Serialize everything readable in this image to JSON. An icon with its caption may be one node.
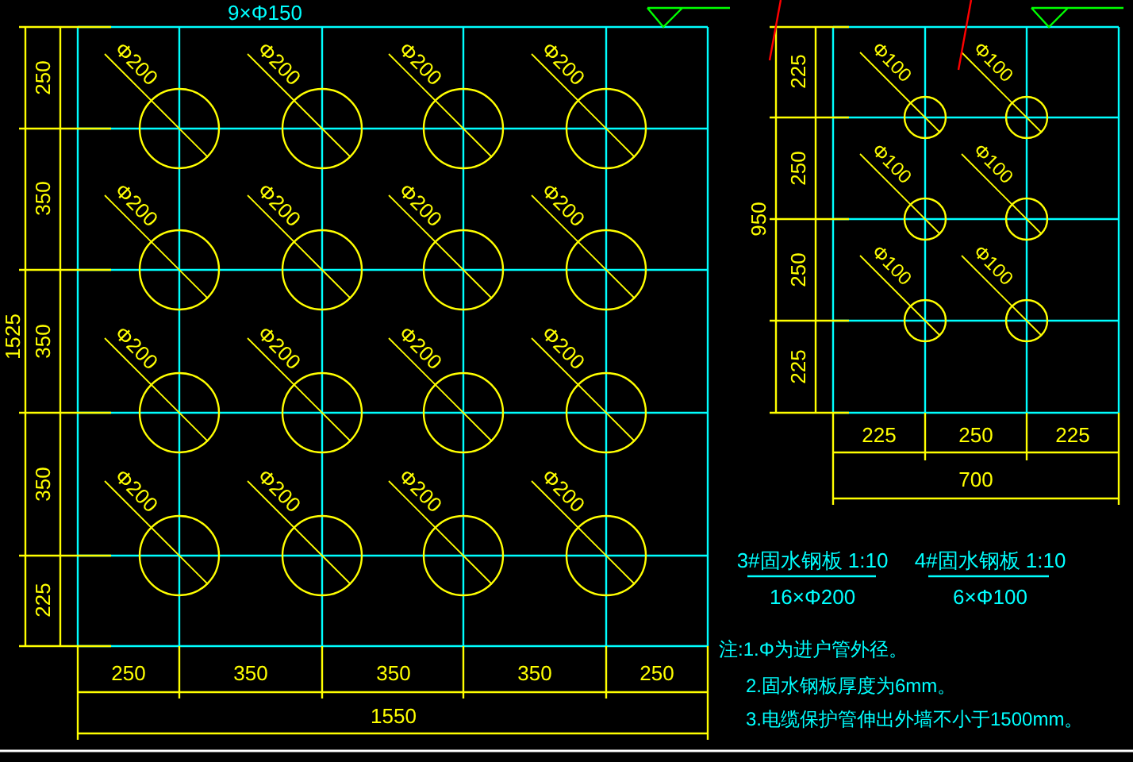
{
  "diagram": {
    "labels": [
      "9×Φ150",
      "Φ200",
      "Φ200",
      "Φ200",
      "Φ200",
      "Φ200",
      "Φ200",
      "Φ200",
      "Φ200",
      "Φ200",
      "Φ200",
      "Φ200",
      "Φ200",
      "Φ200",
      "Φ200",
      "Φ200",
      "Φ200",
      "250",
      "350",
      "350",
      "350",
      "225",
      "1525",
      "250",
      "350",
      "350",
      "350",
      "250",
      "1550",
      "Φ100",
      "Φ100",
      "Φ100",
      "Φ100",
      "Φ100",
      "Φ100",
      "225",
      "250",
      "250",
      "225",
      "950",
      "225",
      "250",
      "225",
      "700",
      "3#固水钢板 1:10",
      "16×Φ200",
      "4#固水钢板 1:10",
      "6×Φ100",
      "注:1.Φ为进户管外径。",
      "2.固水钢板厚度为6mm。",
      "3.电缆保护管伸出外墙不小于1500mm。"
    ]
  }
}
